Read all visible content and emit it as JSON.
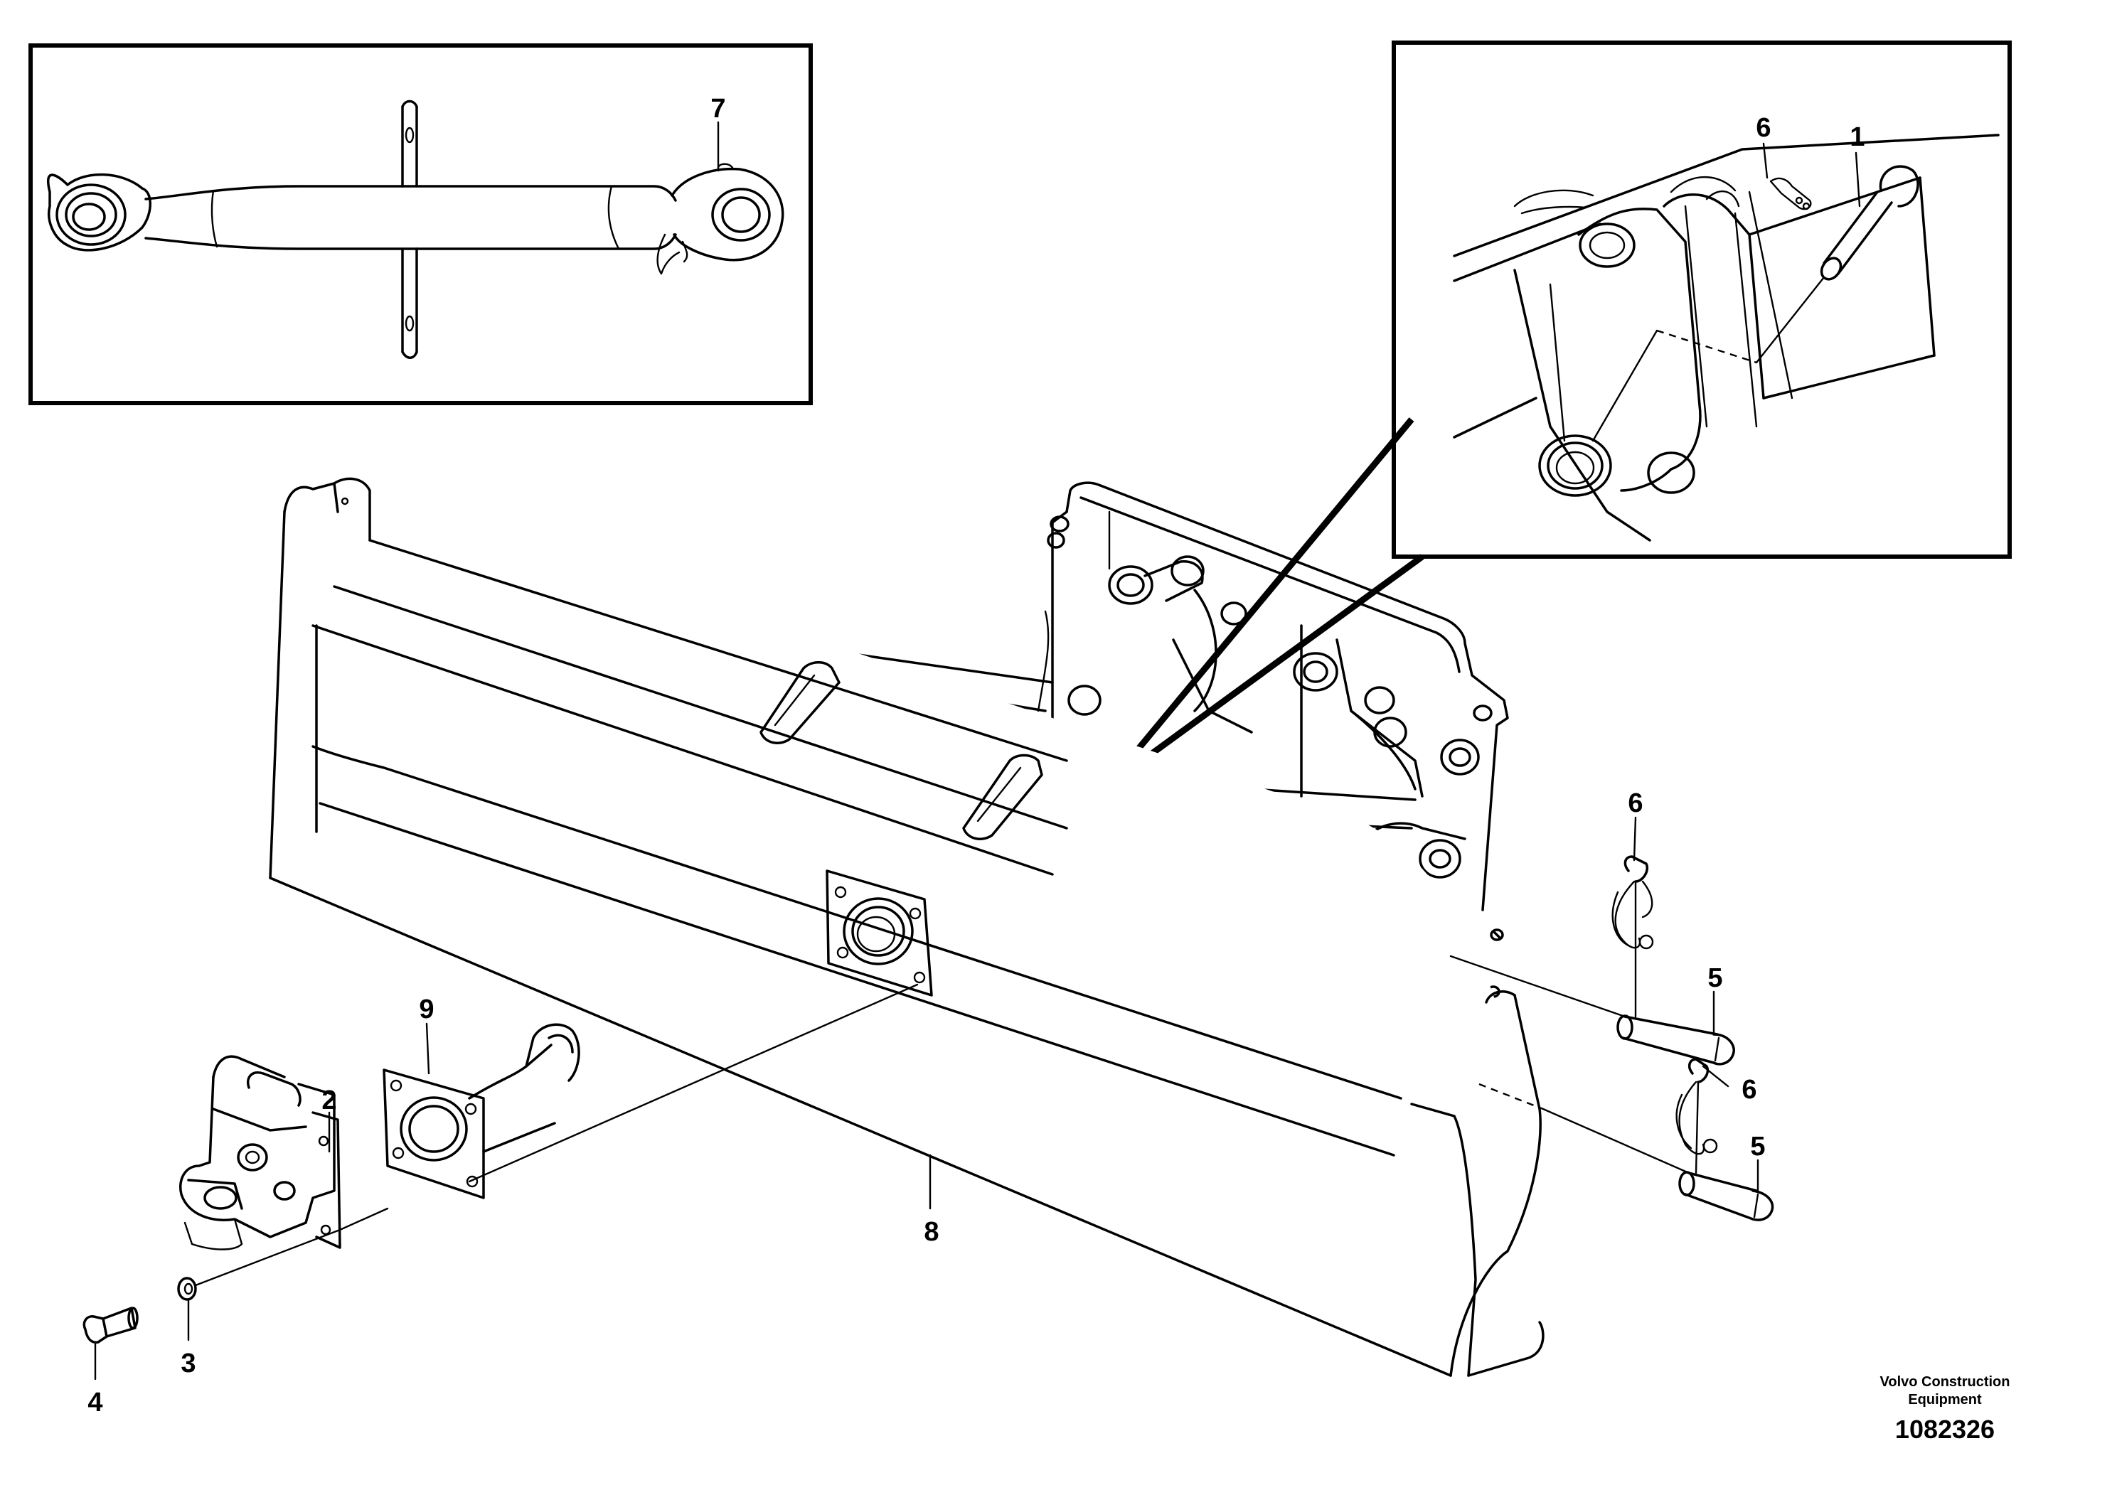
{
  "callouts": {
    "c1": "1",
    "c2": "2",
    "c3": "3",
    "c4": "4",
    "c5a": "5",
    "c5b": "5",
    "c6a": "6",
    "c6b": "6",
    "c6c": "6",
    "c7": "7",
    "c8": "8",
    "c9": "9"
  },
  "footer": {
    "brand_line1": "Volvo Construction",
    "brand_line2": "Equipment",
    "document_number": "1082326"
  }
}
